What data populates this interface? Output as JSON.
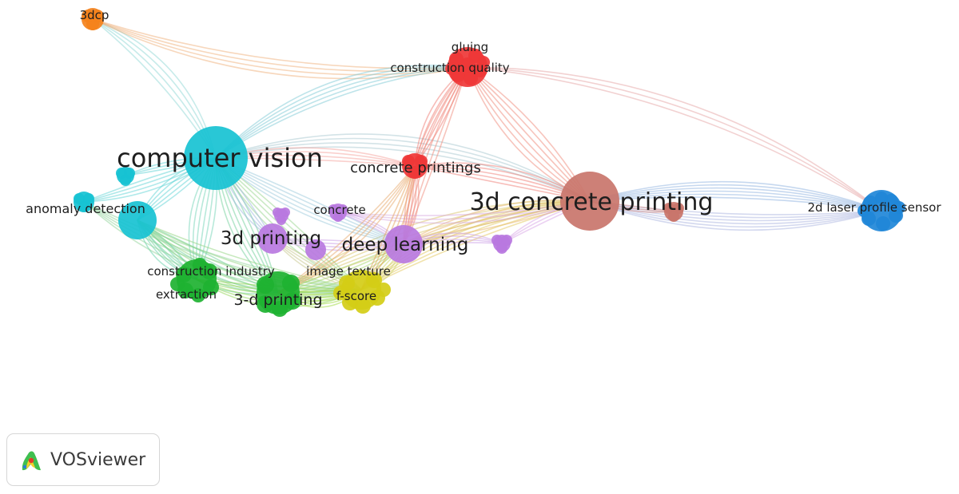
{
  "network": {
    "clusters": [
      {
        "id": "cyan",
        "color": "#17c2d3"
      },
      {
        "id": "red",
        "color": "#ef3737"
      },
      {
        "id": "green",
        "color": "#1eb231"
      },
      {
        "id": "yellow",
        "color": "#d4cd16"
      },
      {
        "id": "purple",
        "color": "#b978e0"
      },
      {
        "id": "blue",
        "color": "#1f87d8"
      },
      {
        "id": "brown",
        "color": "#c9756b"
      },
      {
        "id": "orange",
        "color": "#f4821c"
      }
    ],
    "labels": [
      "3dcp",
      "gluing",
      "construction quality",
      "computer vision",
      "concrete printings",
      "3d concrete printing",
      "2d laser profile sensor",
      "anomaly detection",
      "concrete",
      "3d printing",
      "deep learning",
      "construction industry",
      "image texture",
      "extraction",
      "3-d printing",
      "f-score"
    ]
  },
  "branding": {
    "app_name": "VOSviewer",
    "logo_icon": "vosviewer-logo-icon"
  }
}
